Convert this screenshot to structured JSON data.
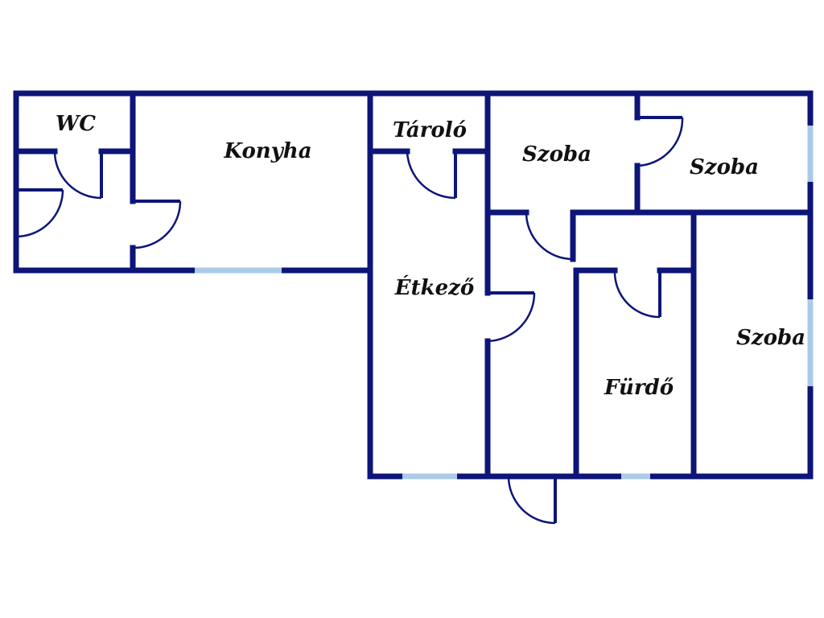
{
  "colors": {
    "wall": "#0d1578",
    "window": "#a9cbe8",
    "label": "#111111"
  },
  "rooms": {
    "wc": "WC",
    "konyha": "Konyha",
    "tarolo": "Tároló",
    "szoba_1": "Szoba",
    "szoba_2": "Szoba",
    "etkezo": "Étkező",
    "szoba_3": "Szoba",
    "furdo": "Fürdő"
  }
}
